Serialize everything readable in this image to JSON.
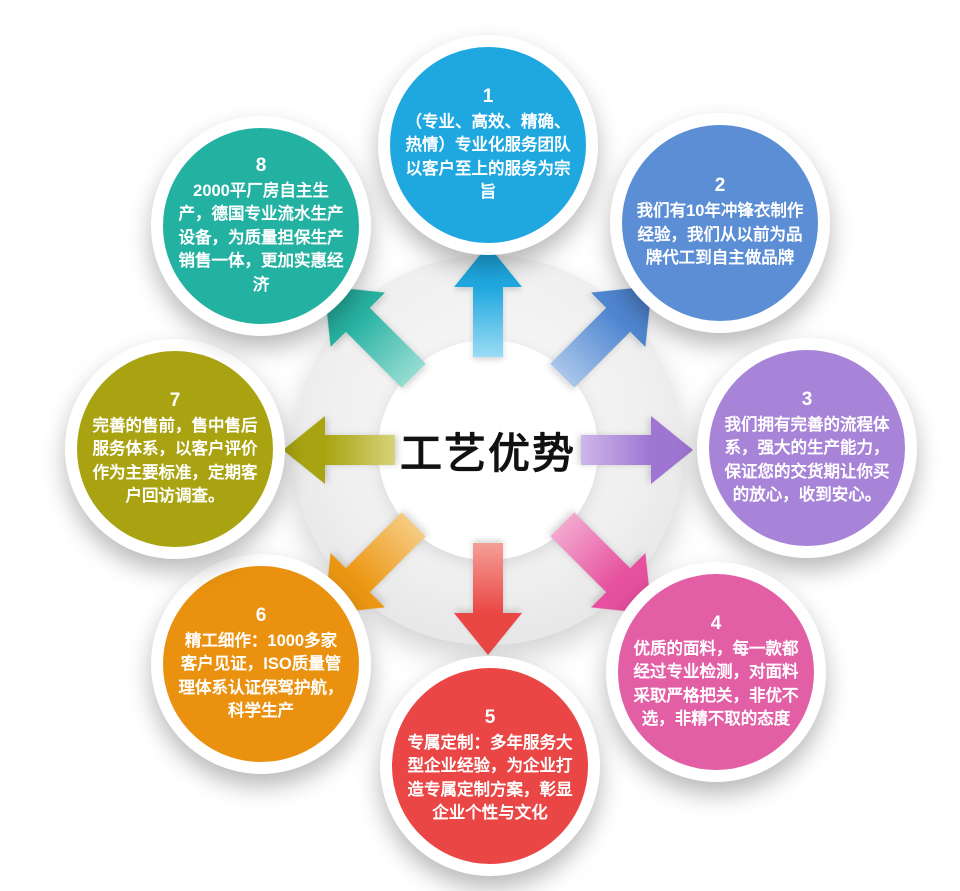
{
  "title": "工艺优势",
  "items": [
    {
      "number": "1",
      "text": "（专业、高效、精确、热情）专业化服务团队以客户至上的服务为宗旨",
      "color": "#1fa8e0",
      "position": "top"
    },
    {
      "number": "2",
      "text": "我们有10年冲锋衣制作经验，我们从以前为品牌代工到自主做品牌",
      "color": "#5b8ed5",
      "position": "top-right"
    },
    {
      "number": "3",
      "text": "我们拥有完善的流程体系，强大的生产能力，保证您的交货期让你买的放心，收到安心。",
      "color": "#a784d8",
      "position": "right"
    },
    {
      "number": "4",
      "text": "优质的面料，每一款都经过专业检测，对面料采取严格把关，非优不选，非精不取的态度",
      "color": "#e25fa6",
      "position": "bottom-right"
    },
    {
      "number": "5",
      "text": "专属定制：多年服务大型企业经验，为企业打造专属定制方案，彰显企业个性与文化",
      "color": "#ea4646",
      "position": "bottom"
    },
    {
      "number": "6",
      "text": "精工细作：1000多家客户见证，ISO质量管理体系认证保驾护航，科学生产",
      "color": "#ea9210",
      "position": "bottom-left"
    },
    {
      "number": "7",
      "text": "完善的售前，售中售后服务体系，以客户评价作为主要标准，定期客户回访调查。",
      "color": "#a9a311",
      "position": "left"
    },
    {
      "number": "8",
      "text": "2000平厂房自主生产，德国专业流水生产设备，为质量担保生产销售一体，更加实惠经济",
      "color": "#23b2a2",
      "position": "top-left"
    }
  ],
  "arrows": [
    {
      "direction": "up",
      "color": "#1fa8e0"
    },
    {
      "direction": "up-right",
      "color": "#4f86d0"
    },
    {
      "direction": "right",
      "color": "#9e76d2"
    },
    {
      "direction": "down-right",
      "color": "#e6509e"
    },
    {
      "direction": "down",
      "color": "#e94744"
    },
    {
      "direction": "down-left",
      "color": "#ec9713"
    },
    {
      "direction": "left",
      "color": "#a8a411"
    },
    {
      "direction": "up-left",
      "color": "#27b2a2"
    }
  ]
}
